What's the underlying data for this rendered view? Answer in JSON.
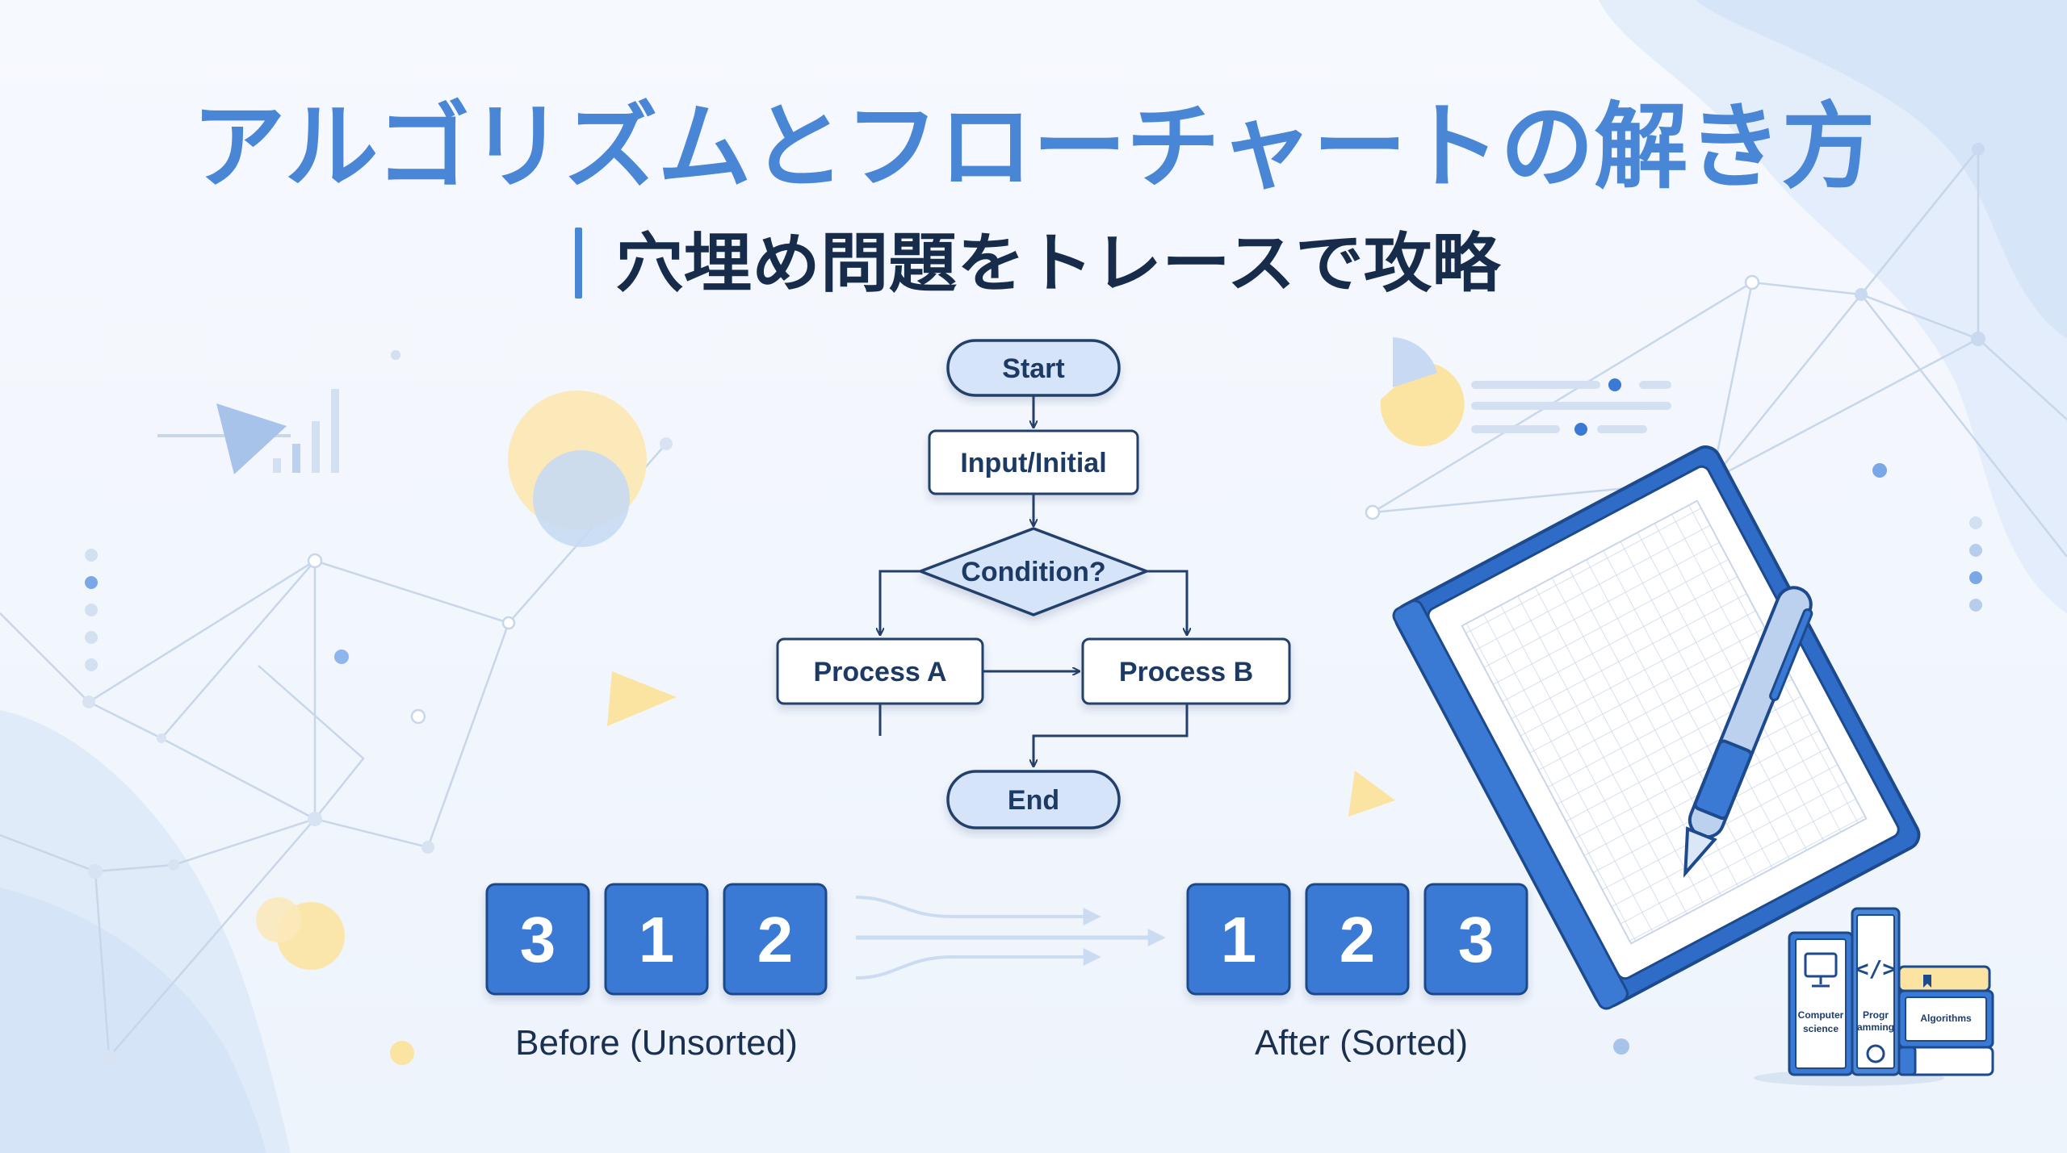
{
  "title": {
    "main": "アルゴリズムとフローチャートの解き方",
    "subtitle": "穴埋め問題をトレースで攻略"
  },
  "flowchart": {
    "start": "Start",
    "input": "Input/Initial",
    "condition": "Condition?",
    "process_a": "Process A",
    "process_b": "Process B",
    "end": "End"
  },
  "sorting": {
    "before": {
      "values": [
        "3",
        "1",
        "2"
      ],
      "label": "Before (Unsorted)"
    },
    "after": {
      "values": [
        "1",
        "2",
        "3"
      ],
      "label": "After (Sorted)"
    }
  },
  "books": {
    "book1": [
      "Computer",
      "science"
    ],
    "book2": [
      "Progr",
      "amming"
    ],
    "book3": "Algorithms"
  },
  "icons": [
    "pie-chart-icon",
    "text-lines-icon",
    "bar-chart-icon",
    "play-triangle-icon",
    "notebook-icon",
    "pen-icon",
    "monitor-icon",
    "code-icon",
    "bookmark-icon"
  ],
  "colors": {
    "title_blue": "#4a86d6",
    "subtitle_navy": "#172c4b",
    "card_blue": "#3b7ad4",
    "accent_yellow": "#fbe3a2",
    "outline_navy": "#243f6a"
  }
}
